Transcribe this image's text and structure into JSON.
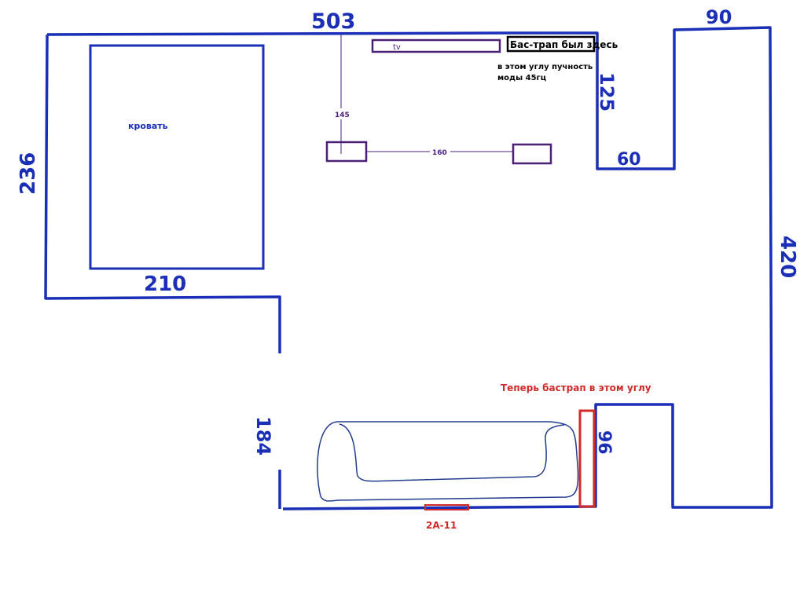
{
  "dimensions": {
    "top_wall": "503",
    "left_wall": "236",
    "bed_bottom": "210",
    "right_wall": "420",
    "notch_top": "90",
    "notch_side": "125",
    "notch_bottom": "60",
    "left_lower": "184",
    "corner_96": "96"
  },
  "labels": {
    "bed": "кровать",
    "tv": "tv",
    "bass_trap_old": "Бас-трап был здесь",
    "mode_note_line1": "в этом углу пучность",
    "mode_note_line2": "моды 45гц",
    "speaker_depth": "145",
    "speaker_spacing": "160",
    "bass_trap_now": "Теперь бастрап в этом углу",
    "door": "2А-11"
  },
  "colors": {
    "wall": "#1a2fb5",
    "furniture": "#4b1f78",
    "bass_trap": "#d02a2a",
    "dark_text": "#000000",
    "sofa": "#243c8f"
  }
}
